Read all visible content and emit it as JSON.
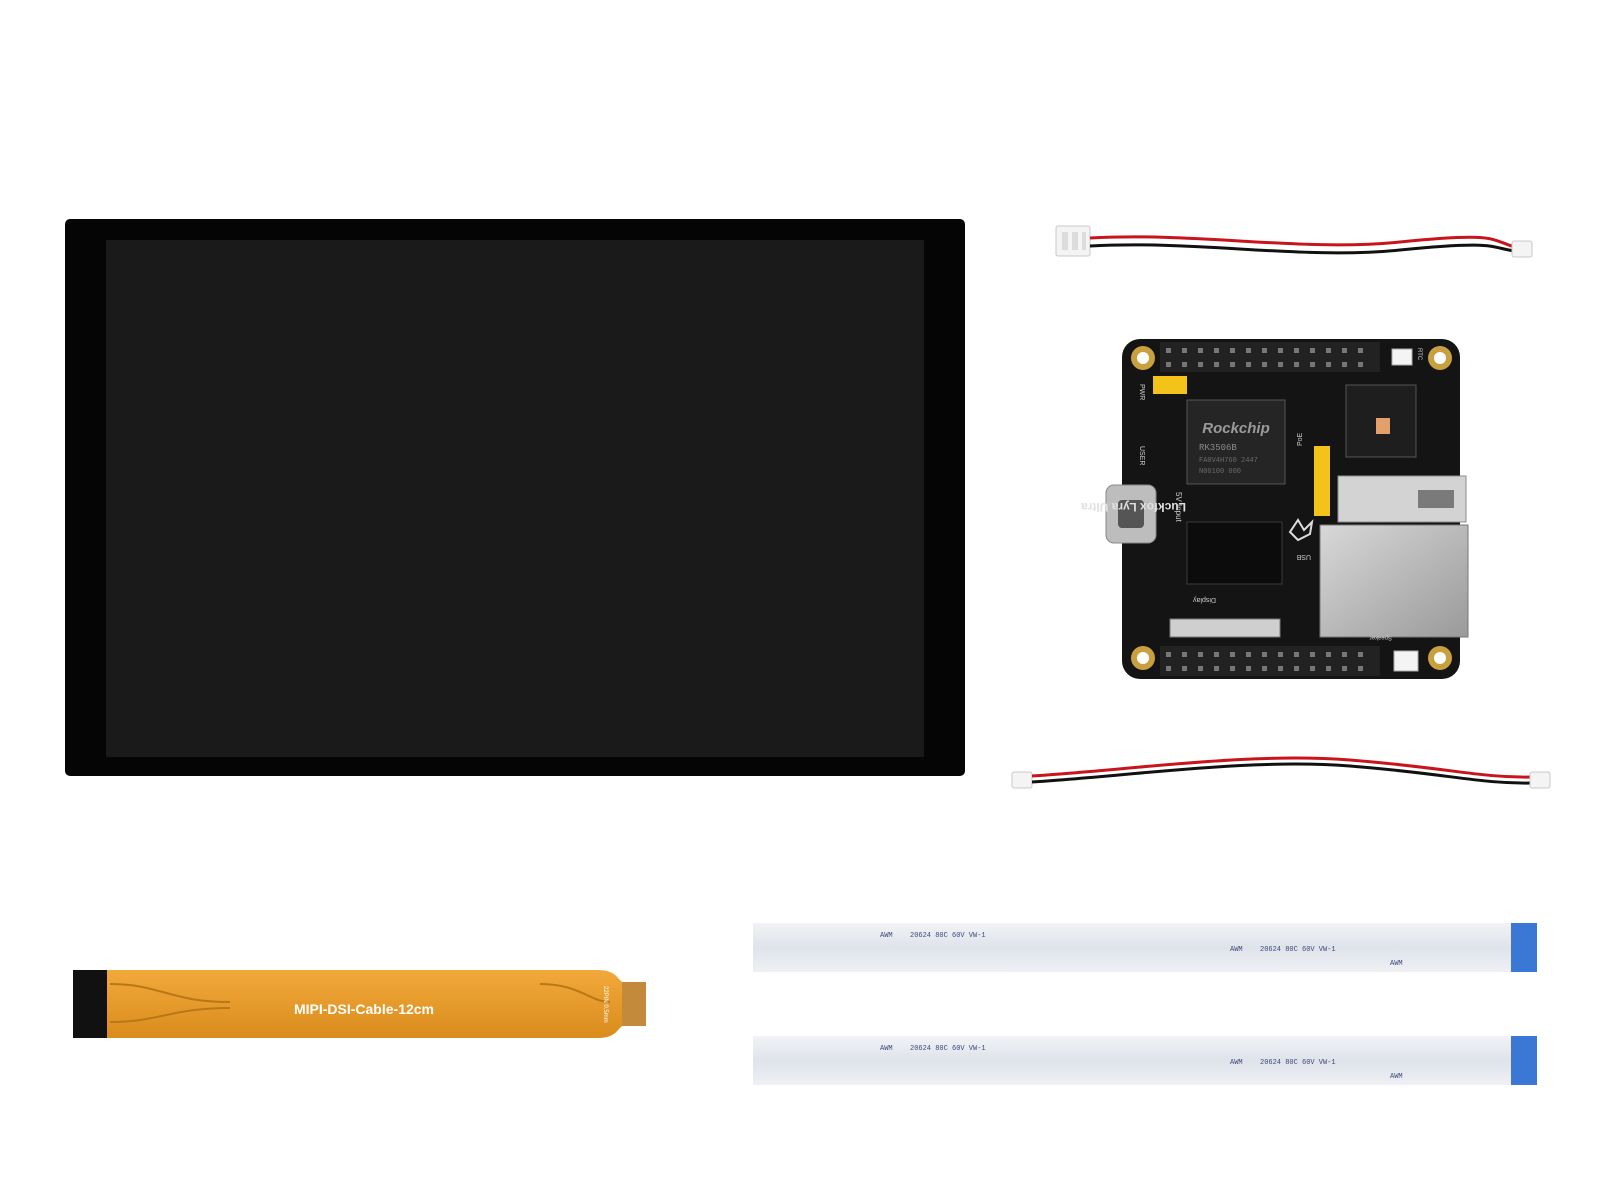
{
  "scene": {
    "description_items": [
      "lcd-display",
      "speaker-cable",
      "luckfox-lyra-ultra-board",
      "power-cable",
      "mipi-dsi-cable",
      "ffc-cable-1",
      "ffc-cable-2"
    ]
  },
  "board": {
    "chip_brand": "Rockchip",
    "chip_model": "RK3506B",
    "chip_line2": "FA0V4H760 2447",
    "chip_line3": "N00100 000",
    "board_name": "Luckfox Lyra Ultra",
    "label_pwr": "PWR",
    "label_user": "USER",
    "label_poe": "PoE",
    "label_usb": "USB",
    "label_display": "Display",
    "label_speaker": "Speaker",
    "label_rtc": "RTC",
    "label_5v_input": "5V Input"
  },
  "mipi_cable": {
    "label": "MIPI-DSI-Cable-12cm",
    "side_label": "22PIN 0.5mm"
  },
  "ffc": {
    "text_awm": "AWM",
    "text_spec": "20624 80C 60V VW-1"
  }
}
